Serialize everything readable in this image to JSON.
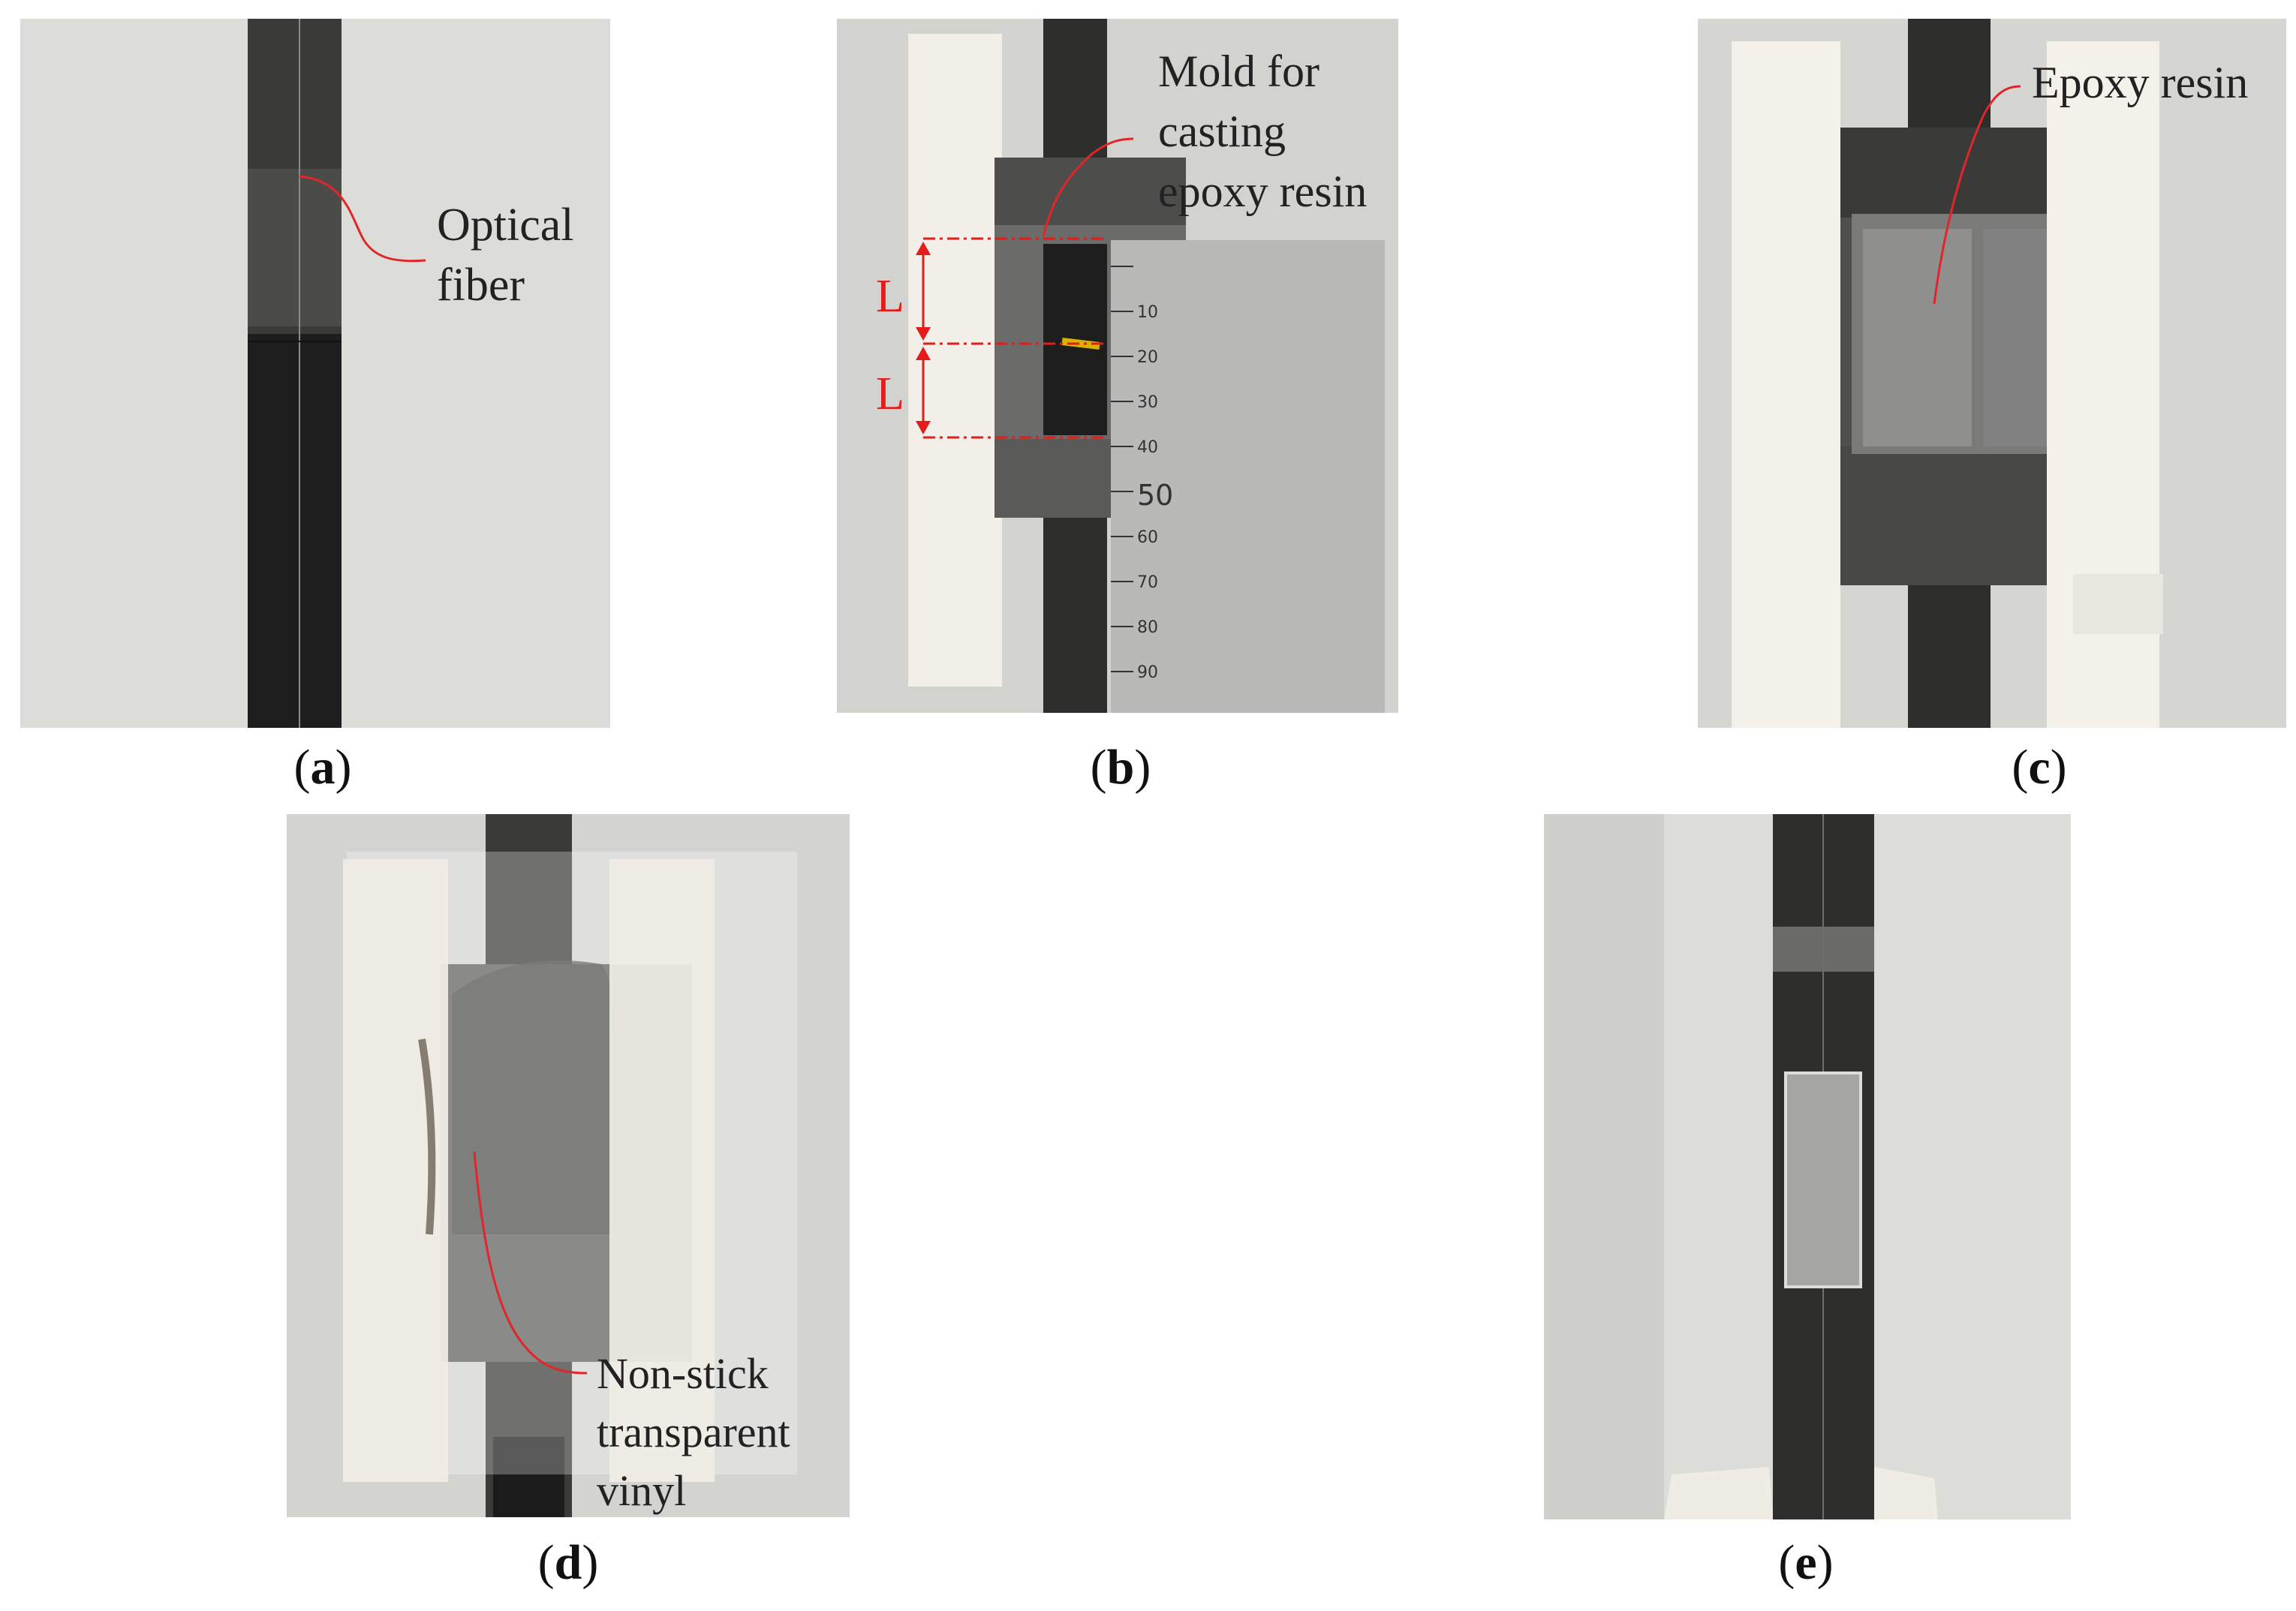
{
  "panels": [
    {
      "id": "a",
      "caption_letter": "a",
      "labels": {
        "optical_fiber": [
          "Optical",
          "fiber"
        ]
      }
    },
    {
      "id": "b",
      "caption_letter": "b",
      "labels": {
        "mold": [
          "Mold for",
          "casting",
          "epoxy resin"
        ],
        "length_symbol": "L",
        "ruler_ticks": [
          "10",
          "20",
          "30",
          "40",
          "50",
          "60",
          "70",
          "80",
          "90"
        ]
      }
    },
    {
      "id": "c",
      "caption_letter": "c",
      "labels": {
        "epoxy": "Epoxy resin"
      }
    },
    {
      "id": "d",
      "caption_letter": "d",
      "labels": {
        "vinyl": [
          "Non-stick",
          "transparent",
          "vinyl"
        ]
      }
    },
    {
      "id": "e",
      "caption_letter": "e"
    }
  ],
  "colors": {
    "background_paper": "#d9d9d6",
    "carbon_strip": "#2b2b2a",
    "tape": "#f2f0e8",
    "leader_line": "#e0262a",
    "dimension_red": "#e31c1c",
    "ruler_steel": "#b8b9b6"
  }
}
